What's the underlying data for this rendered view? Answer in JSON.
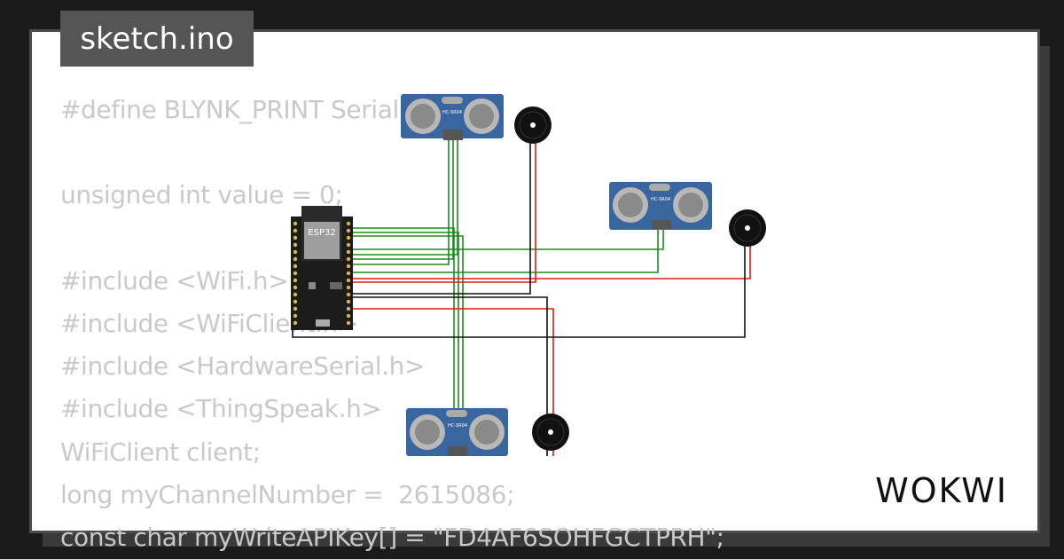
{
  "file_tab": {
    "label": "sketch.ino"
  },
  "code_lines": [
    "#define BLYNK_PRINT Serial",
    "",
    "unsigned int value = 0;",
    "",
    "#include <WiFi.h>",
    "#include <WiFiClient.h>",
    "#include <HardwareSerial.h>",
    "#include <ThingSpeak.h>",
    "WiFiClient client;",
    "long myChannelNumber =  2615086;",
    "const char myWriteAPIKey[] = \"FD4AF6SOHFGCTPRH\";"
  ],
  "components": {
    "board_label": "ESP32",
    "sensor_label": "HC-SR04"
  },
  "brand": {
    "name": "WOKWI"
  },
  "colors": {
    "signal_wire": "#1f8a1f",
    "power_wire": "#e01b1b",
    "ground_wire": "#111111",
    "sensor_board": "#3a66a0",
    "code_text": "#c9c9c9"
  }
}
